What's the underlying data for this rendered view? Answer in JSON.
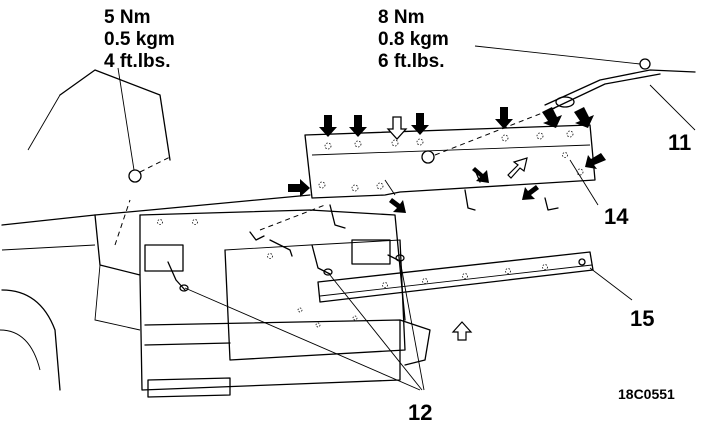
{
  "torque_left": {
    "line1": "5 Nm",
    "line2": "0.5 kgm",
    "line3": "4 ft.lbs."
  },
  "torque_right": {
    "line1": "8 Nm",
    "line2": "0.8 kgm",
    "line3": "6 ft.lbs."
  },
  "callouts": {
    "c11": "11",
    "c14": "14",
    "c15": "15",
    "c12": "12"
  },
  "reference_code": "18C0551"
}
